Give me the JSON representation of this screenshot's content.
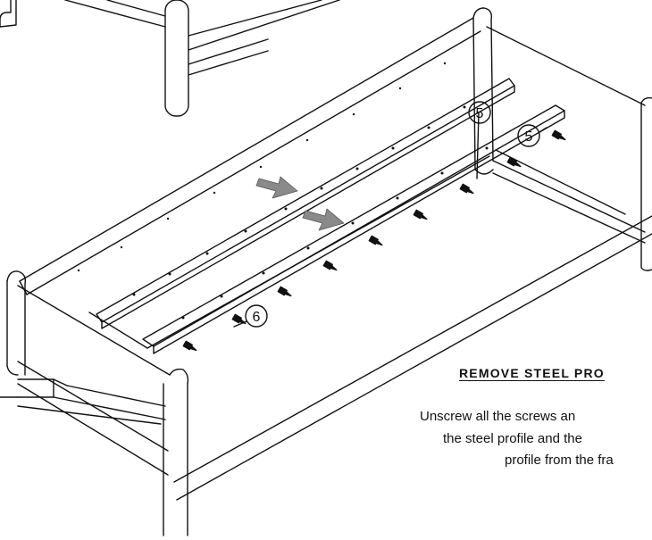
{
  "callouts": {
    "upper_profile": "5",
    "lower_profile": "5",
    "screws": "6"
  },
  "instruction": {
    "heading": "REMOVE STEEL PRO",
    "lines": [
      "Unscrew all the screws an",
      "the steel profile and the",
      "profile from the fra"
    ]
  },
  "colors": {
    "line": "#111111",
    "arrow": "#8a8a8a"
  }
}
